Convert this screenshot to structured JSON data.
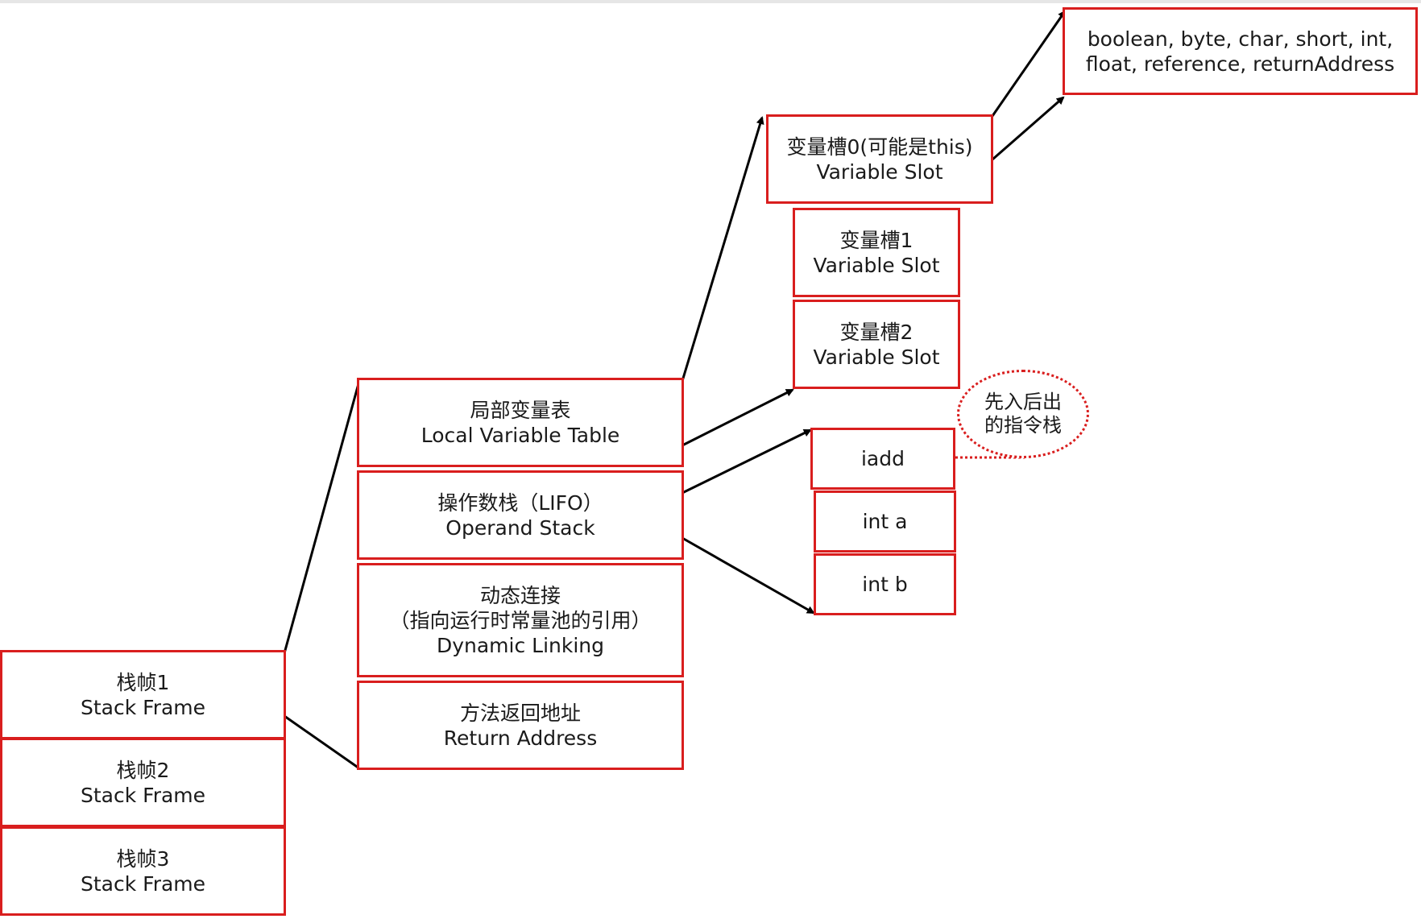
{
  "stack_frames": [
    {
      "title": "栈帧1",
      "subtitle": "Stack Frame"
    },
    {
      "title": "栈帧2",
      "subtitle": "Stack Frame"
    },
    {
      "title": "栈帧3",
      "subtitle": "Stack Frame"
    }
  ],
  "frame_parts": {
    "local_variable_table": {
      "title": "局部变量表",
      "subtitle": "Local Variable Table"
    },
    "operand_stack": {
      "title": "操作数栈（LIFO）",
      "subtitle": "Operand Stack"
    },
    "dynamic_linking": {
      "title": "动态连接",
      "detail": "（指向运行时常量池的引用）",
      "subtitle": "Dynamic Linking"
    },
    "return_address": {
      "title": "方法返回地址",
      "subtitle": "Return Address"
    }
  },
  "variable_slots": [
    {
      "title": "变量槽0(可能是this)",
      "subtitle": "Variable Slot"
    },
    {
      "title": "变量槽1",
      "subtitle": "Variable Slot"
    },
    {
      "title": "变量槽2",
      "subtitle": "Variable Slot"
    }
  ],
  "slot_types": {
    "line1": "boolean, byte, char, short, int,",
    "line2": "float, reference, returnAddress"
  },
  "operand_items": [
    "iadd",
    "int a",
    "int b"
  ],
  "lifo_note": {
    "line1": "先入后出",
    "line2": "的指令栈"
  },
  "colors": {
    "border": "#d91e1e",
    "line": "#000000",
    "background": "#ffffff"
  }
}
